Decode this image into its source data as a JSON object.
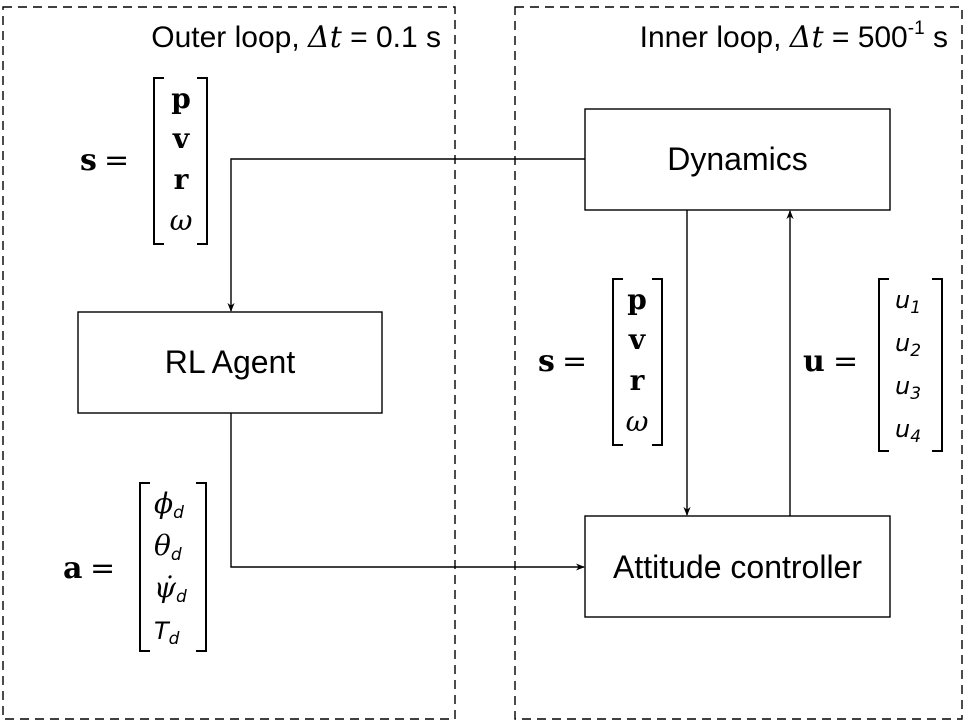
{
  "regions": {
    "outer": {
      "title_prefix": "Outer loop, ",
      "delta_symbol": "Δ",
      "time_symbol": "t",
      "title_suffix": " = 0.1 s"
    },
    "inner": {
      "title_prefix": "Inner loop, ",
      "delta_symbol": "Δ",
      "time_symbol": "t",
      "title_value": " = 500",
      "title_exponent": "-1",
      "title_unit": " s"
    }
  },
  "blocks": {
    "dynamics": "Dynamics",
    "rl_agent": "RL Agent",
    "attitude_controller": "Attitude controller"
  },
  "vectors": {
    "state_outer": {
      "name": "s",
      "equals": "=",
      "entries": [
        "p",
        "v",
        "r",
        "ω"
      ]
    },
    "state_inner": {
      "name": "s",
      "equals": "=",
      "entries": [
        "p",
        "v",
        "r",
        "ω"
      ]
    },
    "action": {
      "name": "a",
      "equals": "=",
      "entries": [
        {
          "symbol": "ϕ",
          "sub": "d"
        },
        {
          "symbol": "θ",
          "sub": "d"
        },
        {
          "symbol": "ψ̇",
          "sub": "d"
        },
        {
          "symbol": "T",
          "sub": "d"
        }
      ]
    },
    "control": {
      "name": "u",
      "equals": "=",
      "entries": [
        {
          "symbol": "u",
          "sub": "1"
        },
        {
          "symbol": "u",
          "sub": "2"
        },
        {
          "symbol": "u",
          "sub": "3"
        },
        {
          "symbol": "u",
          "sub": "4"
        }
      ]
    }
  },
  "connections": [
    {
      "from": "Dynamics",
      "to": "RL Agent",
      "label": "s"
    },
    {
      "from": "Dynamics",
      "to": "Attitude controller",
      "label": "s"
    },
    {
      "from": "RL Agent",
      "to": "Attitude controller",
      "label": "a"
    },
    {
      "from": "Attitude controller",
      "to": "Dynamics",
      "label": "u"
    }
  ],
  "colors": {
    "stroke": "#000000",
    "background": "#ffffff"
  }
}
